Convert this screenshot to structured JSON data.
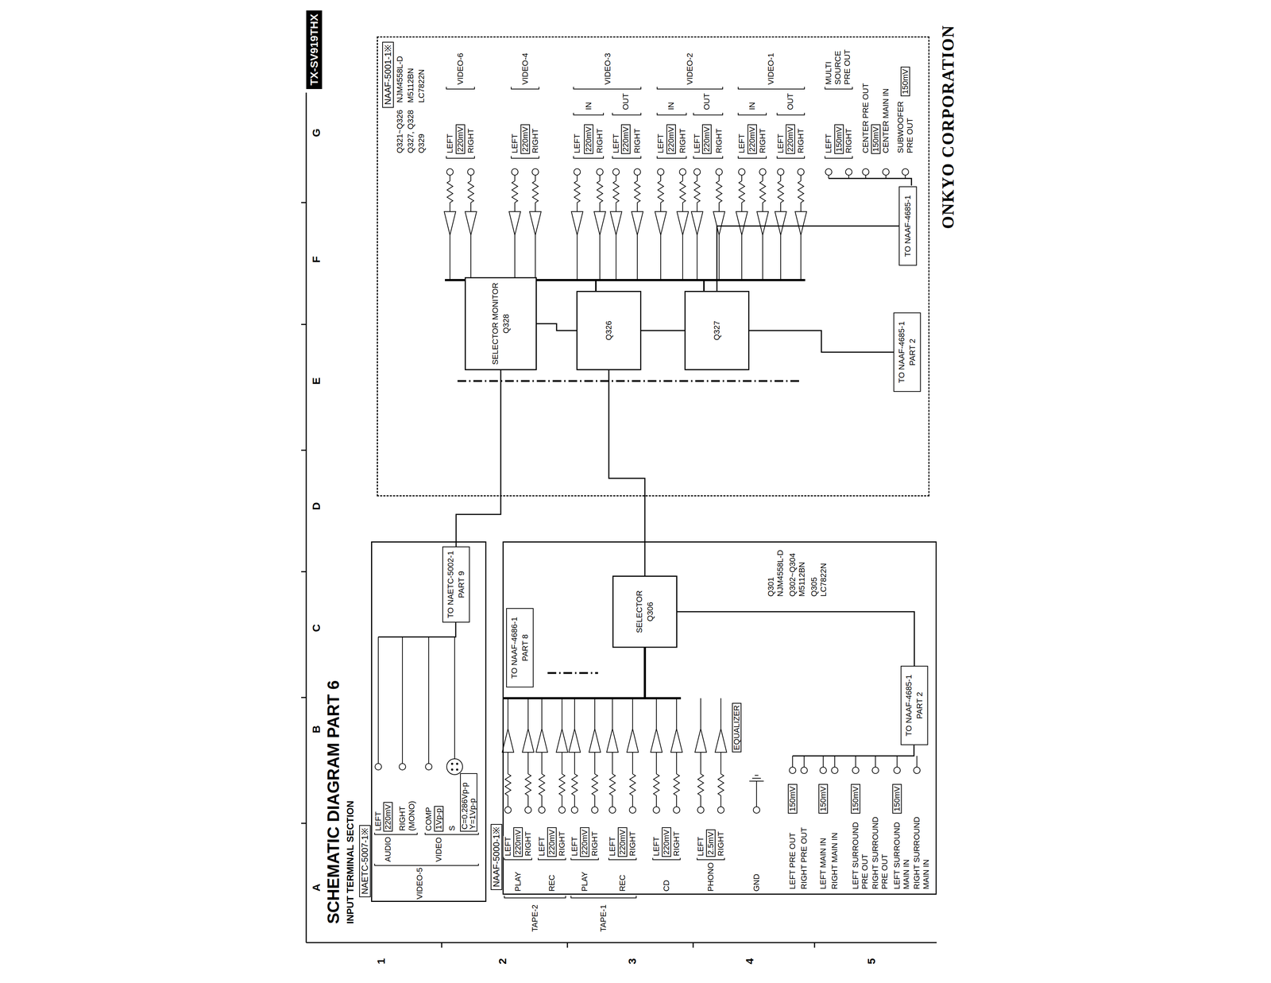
{
  "diagram": {
    "title": "SCHEMATIC DIAGRAM PART 6",
    "nodes": [
      {
        "text": [
          "NAETC-5007-1※"
        ]
      },
      {
        "text": [
          "NAAF-5000-1※"
        ]
      },
      {
        "text": [
          "NAAF-5001-1※"
        ]
      },
      {
        "text": [
          "SELECTOR",
          "Q306"
        ],
        "in": 1
      },
      {
        "text": [
          "SELECTOR MONITOR",
          "Q328"
        ],
        "in": 2
      },
      {
        "text": [
          "Q326"
        ],
        "in": 2
      },
      {
        "text": [
          "Q327"
        ],
        "in": 2
      },
      {
        "text": [
          "TO NAETC-5002-1",
          "PART 9"
        ],
        "in": 0
      },
      {
        "text": [
          "TO NAAF-4686-1",
          "PART 8"
        ],
        "in": 1
      },
      {
        "text": [
          "TO NAAF-4685-1",
          "PART 2"
        ],
        "in": 1
      },
      {
        "text": [
          "TO NAAF-4685-1",
          "PART 2"
        ],
        "in": 2
      },
      {
        "text": [
          "TO NAAF-4685-1"
        ],
        "in": 2
      }
    ],
    "edges": [
      {
        "from": 3,
        "to": 5,
        "arrow": "none"
      },
      {
        "from": 7,
        "to": 4,
        "arrow": "none"
      },
      {
        "from": 4,
        "to": 5,
        "arrow": "none"
      },
      {
        "from": 5,
        "to": 6,
        "arrow": "none"
      },
      {
        "from": 6,
        "to": 10,
        "arrow": "none"
      },
      {
        "from": 3,
        "to": 9,
        "arrow": "none"
      },
      {
        "from": 6,
        "to": 11,
        "arrow": "none"
      }
    ],
    "labels": [
      "INPUT TERMINAL SECTION",
      "A",
      "B",
      "C",
      "D",
      "E",
      "F",
      "G",
      "1",
      "2",
      "3",
      "4",
      "5",
      "TX-SV919THX",
      "ONKYO CORPORATION",
      "AUDIO",
      "VIDEO-5",
      "LEFT",
      "220mV",
      "RIGHT (MONO)",
      "VIDEO",
      "COMP",
      "1Vp-p",
      "S",
      "C=0.286Vp-p Y=1Vp-p",
      "TAPE-2",
      "PLAY",
      "LEFT",
      "220mV",
      "RIGHT",
      "REC",
      "LEFT",
      "220mV",
      "RIGHT",
      "TAPE-1",
      "PLAY",
      "LEFT",
      "220mV",
      "RIGHT",
      "REC",
      "LEFT",
      "220mV",
      "RIGHT",
      "CD",
      "LEFT",
      "220mV",
      "RIGHT",
      "PHONO",
      "LEFT",
      "2.5mV",
      "RIGHT",
      "GND",
      "EQUALIZER",
      "LEFT PRE OUT",
      "150mV",
      "RIGHT PRE OUT",
      "LEFT MAIN IN",
      "150mV",
      "RIGHT MAIN IN",
      "LEFT SURROUND PRE OUT",
      "150mV",
      "RIGHT SURROUND PRE OUT",
      "LEFT SURROUND MAIN IN",
      "150mV",
      "RIGHT SURROUND MAIN IN",
      "Q301",
      "NJM4558L-D",
      "Q302~Q304",
      "M5112BN",
      "Q305",
      "LC7822N",
      "Q321~Q326",
      "NJM4558L-D",
      "Q327, Q328",
      "M5112BN",
      "Q329",
      "LC7822N",
      "LEFT",
      "220mV",
      "RIGHT",
      "VIDEO-6",
      "LEFT",
      "220mV",
      "RIGHT",
      "VIDEO-4",
      "IN",
      "LEFT",
      "220mV",
      "RIGHT",
      "OUT",
      "LEFT",
      "220mV",
      "RIGHT",
      "VIDEO-3",
      "IN",
      "LEFT",
      "220mV",
      "RIGHT",
      "OUT",
      "LEFT",
      "220mV",
      "RIGHT",
      "VIDEO-2",
      "IN",
      "LEFT",
      "220mV",
      "RIGHT",
      "OUT",
      "LEFT",
      "220mV",
      "RIGHT",
      "VIDEO-1",
      "LEFT",
      "150mV",
      "RIGHT",
      "MULTI SOURCE PRE OUT",
      "CENTER PRE OUT",
      "150mV",
      "CENTER MAIN IN",
      "SUBWOOFER PRE OUT",
      "150mV"
    ]
  }
}
